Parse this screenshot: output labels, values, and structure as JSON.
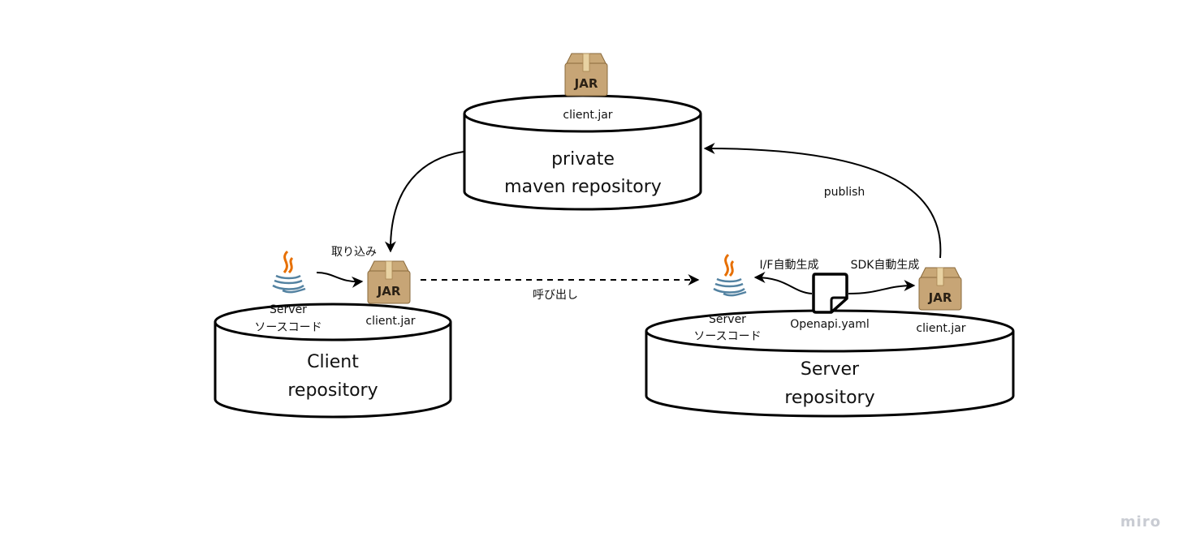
{
  "private_repo": {
    "title_line1": "private",
    "title_line2": "maven repository",
    "jar_label": "client.jar"
  },
  "client_repo": {
    "title_line1": "Client",
    "title_line2": "repository",
    "src_line1": "Server",
    "src_line2": "ソースコード",
    "jar_label": "client.jar"
  },
  "server_repo": {
    "title_line1": "Server",
    "title_line2": "repository",
    "src_line1": "Server",
    "src_line2": "ソースコード",
    "yaml_label": "Openapi.yaml",
    "jar_label": "client.jar"
  },
  "edges": {
    "import": "取り込み",
    "call": "呼び出し",
    "publish": "publish",
    "if_gen": "I/F自動生成",
    "sdk_gen": "SDK自動生成"
  },
  "icons": {
    "jar": "jar-package-icon",
    "java": "java-icon",
    "document": "document-icon"
  },
  "watermark": "miro"
}
